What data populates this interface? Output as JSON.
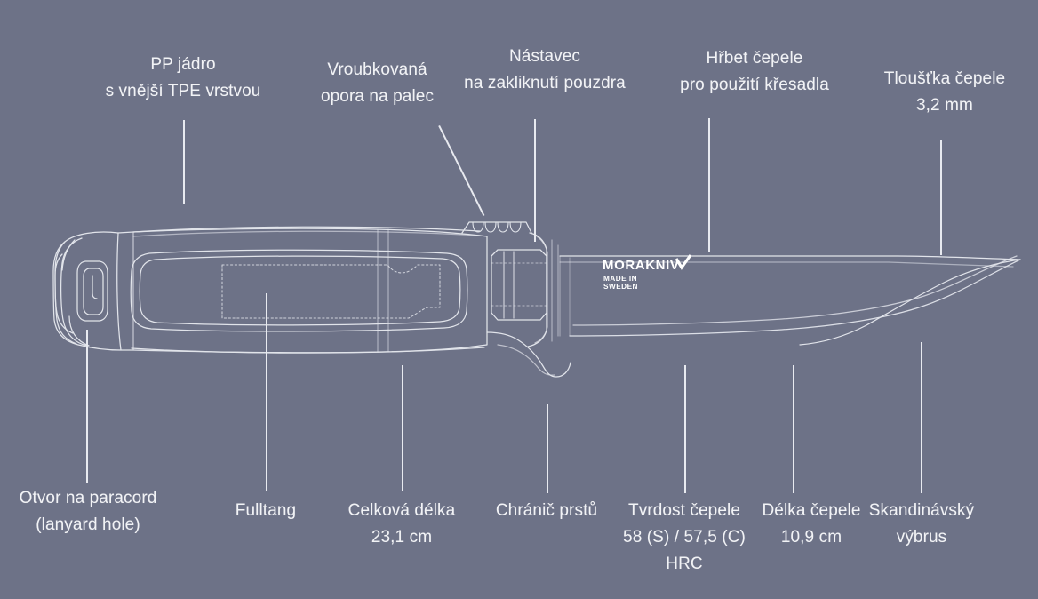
{
  "figure": {
    "subject": "Morakniv knife exploded callout diagram",
    "background_color": "#6d7287",
    "line_color": "#e8eaf0",
    "text_color": "#f2f3f6"
  },
  "brand": {
    "wordmark": "MORAKNIV",
    "line1": "MADE  IN",
    "line2": "SWEDEN"
  },
  "callouts": {
    "pp_core": {
      "line1": "PP jádro",
      "line2": "s vnější TPE vrstvou"
    },
    "thumb_support": {
      "line1": "Vroubkovaná",
      "line2": "opora na palec"
    },
    "sheath_catch": {
      "line1": "Nástavec",
      "line2": "na zakliknutí pouzdra"
    },
    "blade_spine": {
      "line1": "Hřbet čepele",
      "line2": "pro použití křesadla"
    },
    "blade_thickness": {
      "line1": "Tloušťka čepele",
      "line2": "3,2 mm"
    },
    "lanyard_hole": {
      "line1": "Otvor na paracord",
      "line2": "(lanyard hole)"
    },
    "fulltang": {
      "line1": "Fulltang"
    },
    "total_length": {
      "line1": "Celková délka",
      "line2": "23,1 cm"
    },
    "finger_guard": {
      "line1": "Chránič prstů"
    },
    "blade_hardness": {
      "line1": "Tvrdost čepele",
      "line2": "58 (S) / 57,5 (C)",
      "line3": "HRC"
    },
    "blade_length": {
      "line1": "Délka čepele",
      "line2": "10,9 cm"
    },
    "grind": {
      "line1": "Skandinávský",
      "line2": "výbrus"
    }
  }
}
